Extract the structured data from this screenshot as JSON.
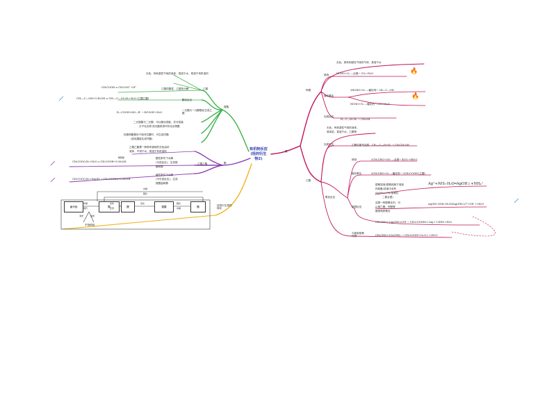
{
  "center": {
    "title_line1": "有机物反应",
    "title_line2": "(烃的衍生",
    "title_line3": "物2)"
  },
  "branches": {
    "acid": "羧酸",
    "ester": "酯",
    "relation": "烃的衍生物的转化",
    "aldehyde": "醛",
    "right_top": "甲醛",
    "right_bottom": "乙醛"
  },
  "acid": {
    "props": "无色、有刺激性气味的液体，易溶于水，易溶于有机溶剂",
    "sub1": "乙酸",
    "ionize": "CH₃COOH ⇌ CH₃COO⁻+H⁺",
    "ionize_label": "乙酸的酸性、乙酸的分解",
    "esterify_eq": "CH₃—C—OH+C₂H₅OH ⇌ CH₃—C—OC₂H₅+H₂O (乙酸乙酯)",
    "esterify_label": "酯化反应",
    "general_eq": "R—COOH+HO—R' → RCOOR'+H₂O",
    "general_label": "一元酯与一元醇酯化生成乙酸",
    "di_label1": "二元羧酸与二元醇，可以酯化成链，并可成高",
    "di_label2": "分子化合物  成为酯类或环状化合物酯",
    "note1": "羟基和酯基处于相邻位置时，可生成内酯",
    "note2": "(如乳酸能生成环酯)"
  },
  "ester": {
    "props1": "乙酸乙酯是一种带有香味的无色油状",
    "props2": "液体，不溶于水，易溶于有机溶剂",
    "acid_eq": "CH₃COOC₂H₅+H₂O ⇌ CH₃COOH+C₂H₅OH",
    "acid_cond": "稀硫酸",
    "acid_label1": "酸性条件下水解",
    "acid_label2": "(可逆反应)，生成羧",
    "acid_label3": "酸和醇",
    "label": "乙酸乙酯",
    "base_eq": "CH₃COOC₂H₅+NaOH → CH₃COONa+C₂H₅OH",
    "base_label1": "碱性条件下水解",
    "base_label2": "(不可逆反应)，生成",
    "base_label3": "羧酸盐和醇"
  },
  "flow": {
    "box1": "卤代烃",
    "box2": "醇",
    "box3": "醛",
    "box4": "羧酸",
    "box5": "酯",
    "l_hydro": "水解",
    "l_sub": "取代",
    "l_oxid": "氧化",
    "l_red": "还原",
    "l_ox2": "氧化",
    "l_ester": "酯化",
    "l_hydro2": "水解",
    "l_top": "酯化",
    "l_top2": "水解",
    "l_elim": "消去",
    "l_add": "加成",
    "bottom": "不饱和烃"
  },
  "aldehyde": {
    "hcho_props": "无色、具有刺激性气味的气体，易溶于水",
    "hcho_burn": "燃烧",
    "hcho_burn_eq": "HCHO+O₂ —点燃→ CO₂+H₂O",
    "hcho_cat": "催化氧化",
    "hcho_cat_eq": "2HCHO+O₂ —催化剂→ 2H—C—OH",
    "hcho_cat_eq2": "HCHO+O₂ —催化剂→ CO₂+H₂O",
    "hcho_add": "加成反应",
    "hcho_add_eq": "H—C—H+H₂ → CH₃OH",
    "ch3cho_props1": "无色，有刺激性气味的液体，",
    "ch3cho_props2": "易挥发，易溶于水、乙醇等",
    "ch3cho_add": "加成反应",
    "ch3cho_add_eq": "乙醛与氢气加成：CH₃—C—H+H₂ → CH₃CH₂OH",
    "burn": "燃烧",
    "burn_eq": "2CH₃CHO+5O₂ —点燃→ 4CO₂+4H₂O",
    "cat": "催化氧化",
    "cat_eq": "2CH₃CHO+O₂ —催化剂→ 2CH₃COOH (乙酸)",
    "ox": "氧化反应",
    "mirror": "银镜反应",
    "mirror_desc1": "银氨溶液(银氨络离子溶液",
    "mirror_desc2": "的制备)溶液中含有",
    "mirror_desc3": "Ag(NH₃)₂OH(氢氧化",
    "mirror_desc4": "二氨合银)",
    "mirror_desc5": "这是一种弱氧化剂，可",
    "mirror_desc6": "以使乙醛、甲醛等",
    "mirror_desc7": "醛类物质氧化",
    "ag_eq1": "Ag⁺+NH₃·H₂O═AgOH↓+NH₄⁺",
    "ag_eq2": "AgOH+2NH₃·H₂O═[Ag(NH₃)₂]⁺+OH⁻+2H₂O",
    "mirror_eq": "CH₃CHO+2Ag(NH₃)₂OH → CH₃COONH₄+2Ag↓+3NH₃+H₂O",
    "cu": "与新制氢氧化铜",
    "cu_eq": "CH₃CHO+2Cu(OH)₂ → CH₃COOH+Cu₂O↓+2H₂O"
  }
}
